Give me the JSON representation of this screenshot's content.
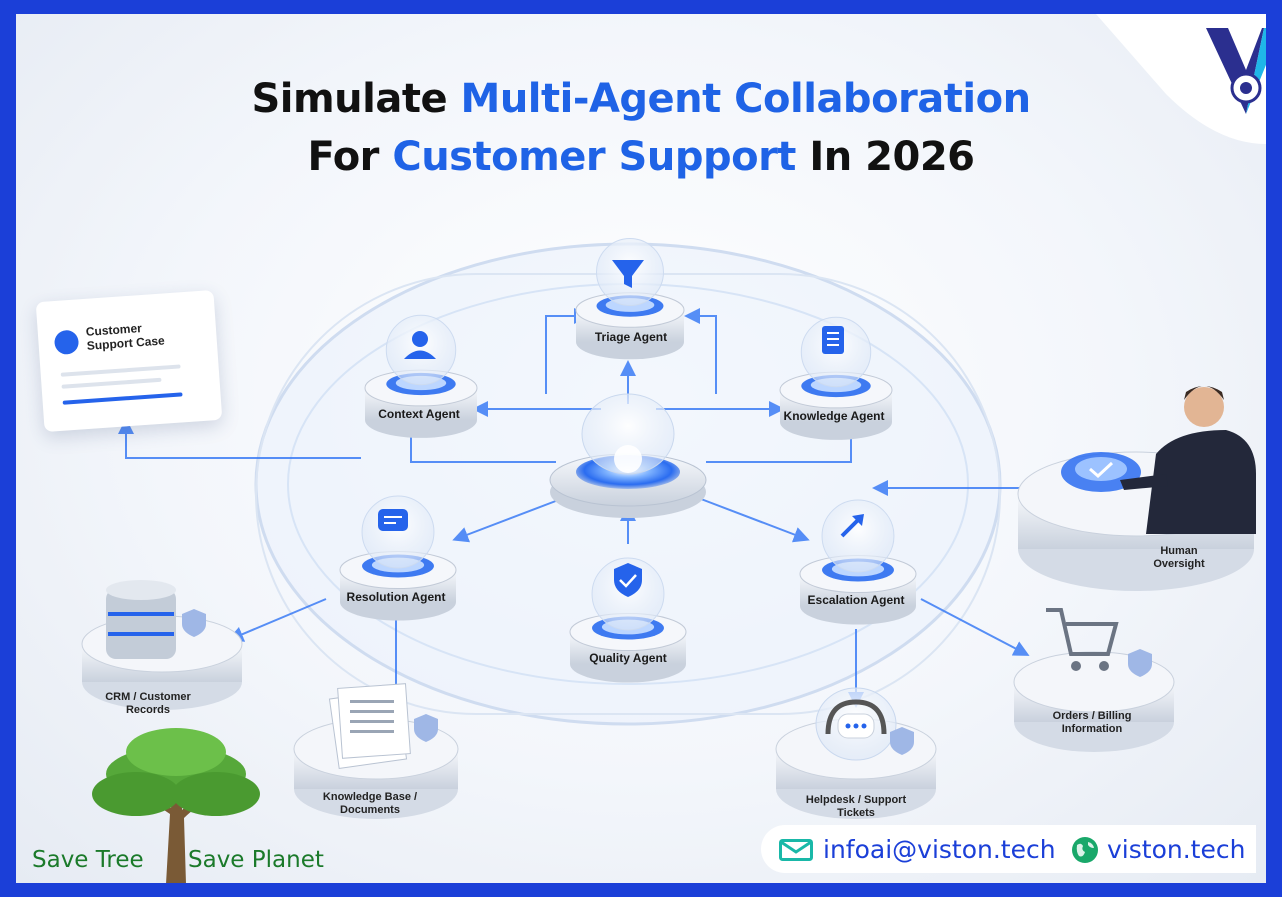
{
  "title": {
    "line1_plain": "Simulate",
    "line1_highlight": "Multi-Agent Collaboration",
    "line2_plain_a": "For",
    "line2_highlight": "Customer Support",
    "line2_plain_b": "In 2026"
  },
  "agents": {
    "triage": "Triage Agent",
    "context": "Context Agent",
    "knowledge": "Knowledge Agent",
    "resolution": "Resolution Agent",
    "quality": "Quality Agent",
    "escalation": "Escalation Agent"
  },
  "case_card": {
    "title": "Customer Support Case"
  },
  "resources": {
    "crm": "CRM / Customer Records",
    "kb": "Knowledge Base / Documents",
    "helpdesk": "Helpdesk / Support Tickets",
    "orders": "Orders / Billing Information",
    "human": "Human Oversight"
  },
  "footer": {
    "save_tree": "Save Tree",
    "save_planet": "Save Planet",
    "email": "infoai@viston.tech",
    "website": "viston.tech"
  },
  "colors": {
    "brand_blue": "#1b3fd8",
    "accent": "#1f63e6",
    "green": "#1b7a2a"
  },
  "icons": [
    "funnel-icon",
    "person-icon",
    "document-icon",
    "chat-icon",
    "shield-check-icon",
    "trend-up-icon",
    "database-icon",
    "paper-stack-icon",
    "headset-icon",
    "cart-icon",
    "mail-icon",
    "globe-icon",
    "tree-icon",
    "viston-logo"
  ]
}
